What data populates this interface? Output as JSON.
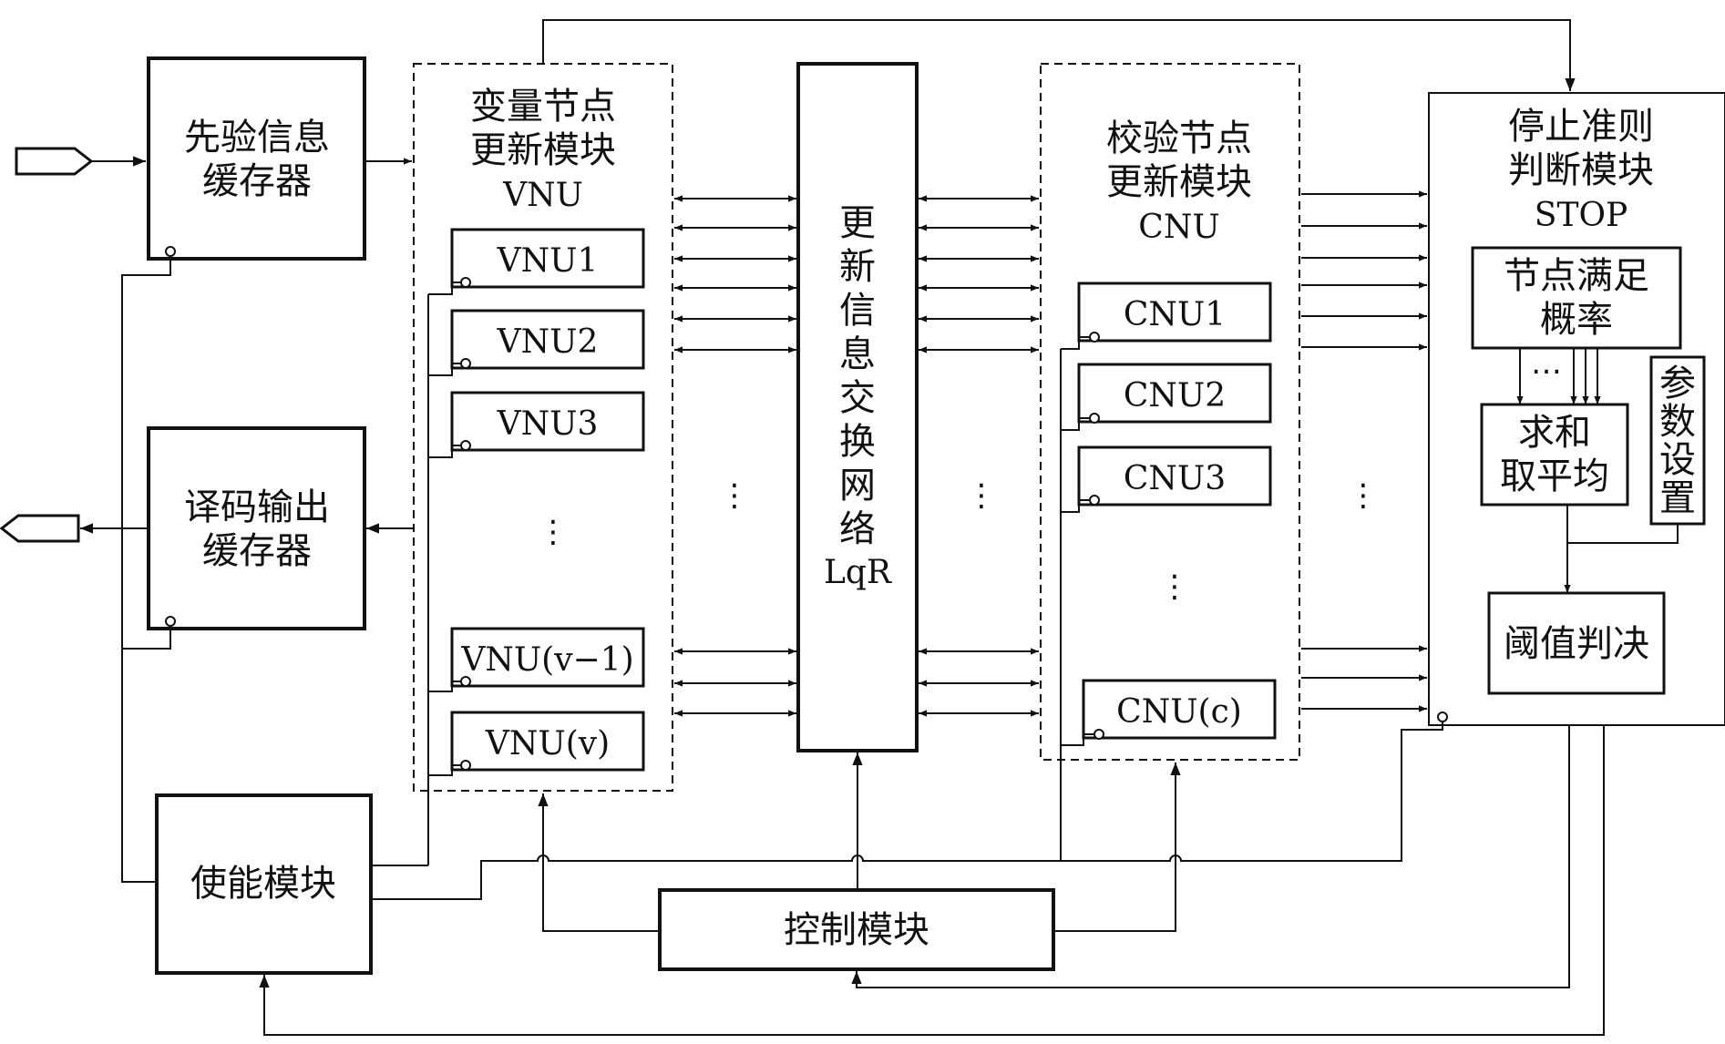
{
  "blocks": {
    "prior_buffer": [
      "先验信息",
      "缓存器"
    ],
    "output_buffer": [
      "译码输出",
      "缓存器"
    ],
    "enable_module": "使能模块",
    "control_module": "控制模块",
    "exchange_network": [
      "更",
      "新",
      "信",
      "息",
      "交",
      "换",
      "网",
      "络",
      "LqR"
    ],
    "vnu_group": [
      "变量节点",
      "更新模块",
      "VNU"
    ],
    "cnu_group": [
      "校验节点",
      "更新模块",
      "CNU"
    ],
    "stop_group": [
      "停止准则",
      "判断模块",
      "STOP"
    ],
    "node_prob": [
      "节点满足",
      "概率"
    ],
    "sum_avg": [
      "求和",
      "取平均"
    ],
    "param_set": [
      "参",
      "数",
      "设",
      "置"
    ],
    "threshold": "阈值判决"
  },
  "vnu_units": [
    "VNU1",
    "VNU2",
    "VNU3",
    "VNU(v−1)",
    "VNU(v)"
  ],
  "cnu_units": [
    "CNU1",
    "CNU2",
    "CNU3",
    "CNU(c)"
  ],
  "ellipsis_h": "…",
  "ellipsis_v": "⋮"
}
